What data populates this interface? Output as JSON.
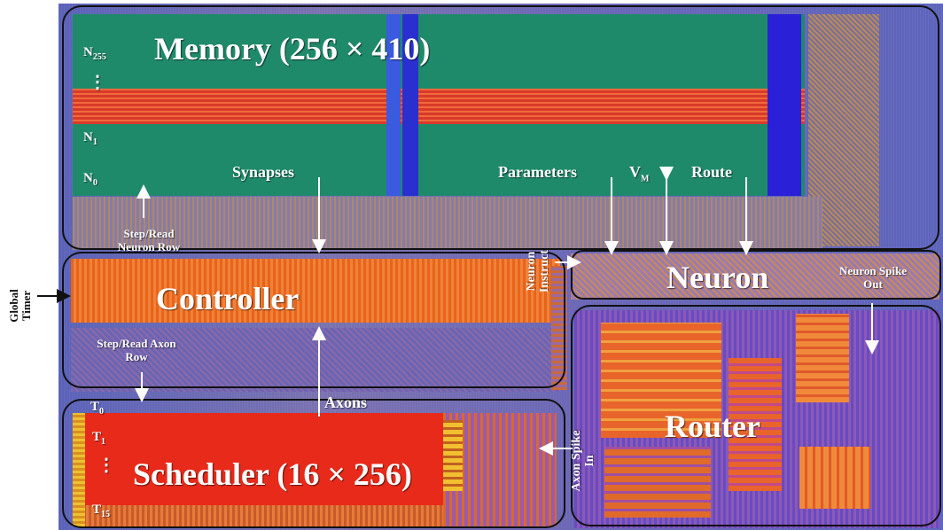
{
  "blocks": {
    "memory": "Memory (256 × 410)",
    "controller": "Controller",
    "scheduler": "Scheduler (16 × 256)",
    "neuron": "Neuron",
    "router": "Router"
  },
  "rows": {
    "n255": "N",
    "n255_sub": "255",
    "n1": "N",
    "n1_sub": "1",
    "n0": "N",
    "n0_sub": "0",
    "t0": "T",
    "t0_sub": "0",
    "t1": "T",
    "t1_sub": "1",
    "t15": "T",
    "t15_sub": "15",
    "ellipsis": "⋮"
  },
  "signals": {
    "synapses": "Synapses",
    "parameters": "Parameters",
    "vm": "V",
    "vm_sub": "M",
    "route": "Route",
    "step_read_neuron": "Step/Read Neuron Row",
    "step_read_axon": "Step/Read Axon Row",
    "axons": "Axons",
    "neuron_instruct": "Neuron Instruct",
    "neuron_spike_out": "Neuron Spike Out",
    "axon_spike_in": "Axon Spike In",
    "global_timer": "Global Timer"
  }
}
